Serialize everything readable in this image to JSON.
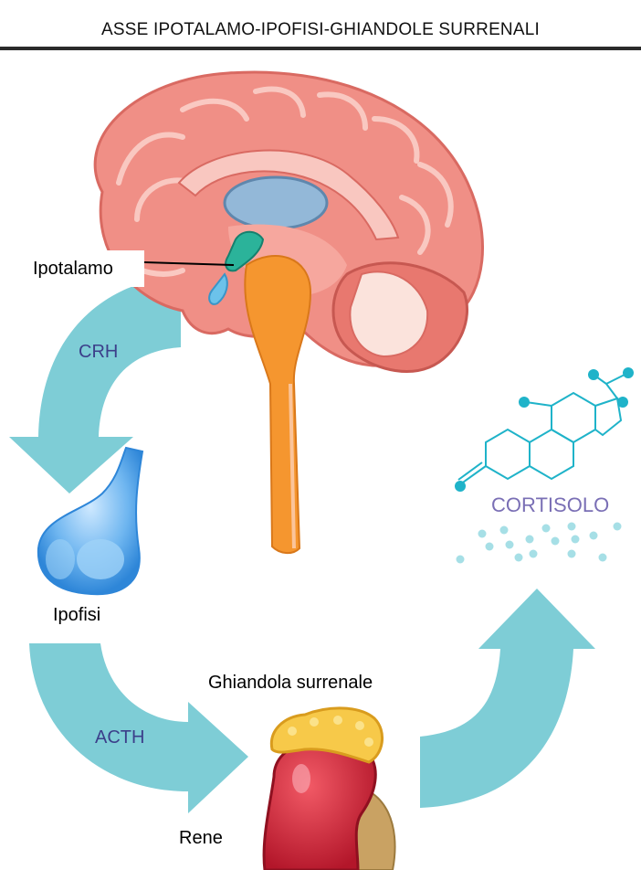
{
  "title": "ASSE IPOTALAMO-IPOFISI-GHIANDOLE SURRENALI",
  "labels": {
    "hypothalamus": "Ipotalamo",
    "pituitary": "Ipofisi",
    "adrenal": "Ghiandola surrenale",
    "kidney": "Rene",
    "cortisol": "CORTISOLO",
    "crh": "CRH",
    "acth": "ACTH"
  },
  "colors": {
    "arrow": "#7ecdd6",
    "hormone_text": "#3c3f8a",
    "cortisol_text": "#7a6fb5",
    "molecule": "#1fb3c9",
    "brain": "#f08f86",
    "brainstem": "#f5962f",
    "kidney": "#d0263a",
    "adrenal": "#f7c949",
    "pituitary": "#4aa3e8"
  }
}
